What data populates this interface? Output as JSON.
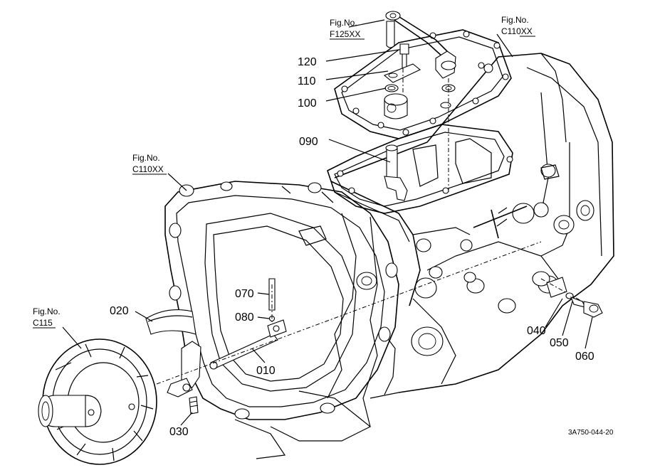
{
  "diagram": {
    "figure_refs": [
      {
        "prefix": "Fig.No.",
        "code": "F125XX"
      },
      {
        "prefix": "Fig.No.",
        "code": "C110XX"
      },
      {
        "prefix": "Fig.No.",
        "code": "C110XX"
      },
      {
        "prefix": "Fig.No.",
        "code": "C115"
      }
    ],
    "parts": [
      "120",
      "110",
      "100",
      "090",
      "070",
      "080",
      "020",
      "010",
      "030",
      "040",
      "050",
      "060"
    ],
    "drawing_code": "3A750-044-20"
  }
}
